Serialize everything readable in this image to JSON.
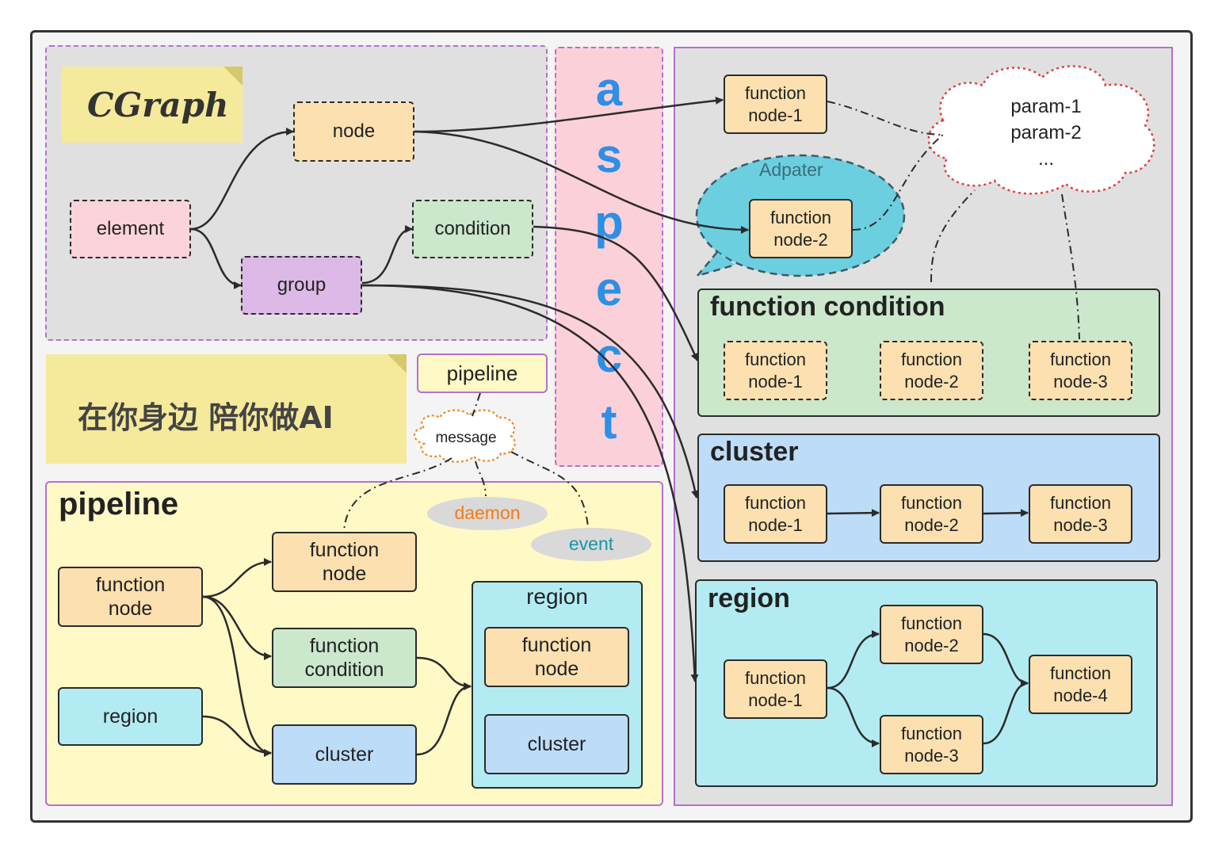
{
  "colors": {
    "frame_bg": "#f4f4f4",
    "panel_gray": "#e0e0e0",
    "purple_border": "#b66fd1",
    "note_yellow": "#f5ea9b",
    "aspect_pink": "#fcd0d8",
    "aspect_letters": "#2d8fe6",
    "node_orange": "#fde0b0",
    "element_pink": "#fbd3da",
    "condition_green": "#cbe7cc",
    "group_purple": "#dcb9e6",
    "cluster_blue": "#bddcf8",
    "region_cyan": "#b3ebf2",
    "pipeline_yellow": "#fff9c6",
    "adapter_teal": "#6bcfe0",
    "param_cloud_border": "#e04040",
    "message_cloud_border": "#f08a2a",
    "daemon_text": "#f07d14",
    "event_text": "#1597a8"
  },
  "top_left": {
    "title_note": "CGraph",
    "element": "element",
    "node": "node",
    "condition": "condition",
    "group": "group"
  },
  "aspect": {
    "letters": [
      "a",
      "s",
      "p",
      "e",
      "c",
      "t"
    ]
  },
  "slogan_note": "在你身边 陪你做AI",
  "pipeline_tag": "pipeline",
  "message": "message",
  "daemon": "daemon",
  "event": "event",
  "pipeline_panel": {
    "title": "pipeline",
    "function_node_left": "function\nnode",
    "function_node": "function\nnode",
    "function_condition": "function\ncondition",
    "region_left": "region",
    "cluster": "cluster",
    "region_box": {
      "title": "region",
      "function_node": "function\nnode",
      "cluster": "cluster"
    }
  },
  "right_panel": {
    "fn_node_1": "function\nnode-1",
    "adapter_label": "Adpater",
    "fn_node_2": "function\nnode-2",
    "params": [
      "param-1",
      "param-2",
      "..."
    ],
    "function_condition": {
      "title": "function condition",
      "nodes": [
        "function\nnode-1",
        "function\nnode-2",
        "function\nnode-3"
      ]
    },
    "cluster": {
      "title": "cluster",
      "nodes": [
        "function\nnode-1",
        "function\nnode-2",
        "function\nnode-3"
      ]
    },
    "region": {
      "title": "region",
      "nodes": [
        "function\nnode-1",
        "function\nnode-2",
        "function\nnode-3",
        "function\nnode-4"
      ]
    }
  }
}
